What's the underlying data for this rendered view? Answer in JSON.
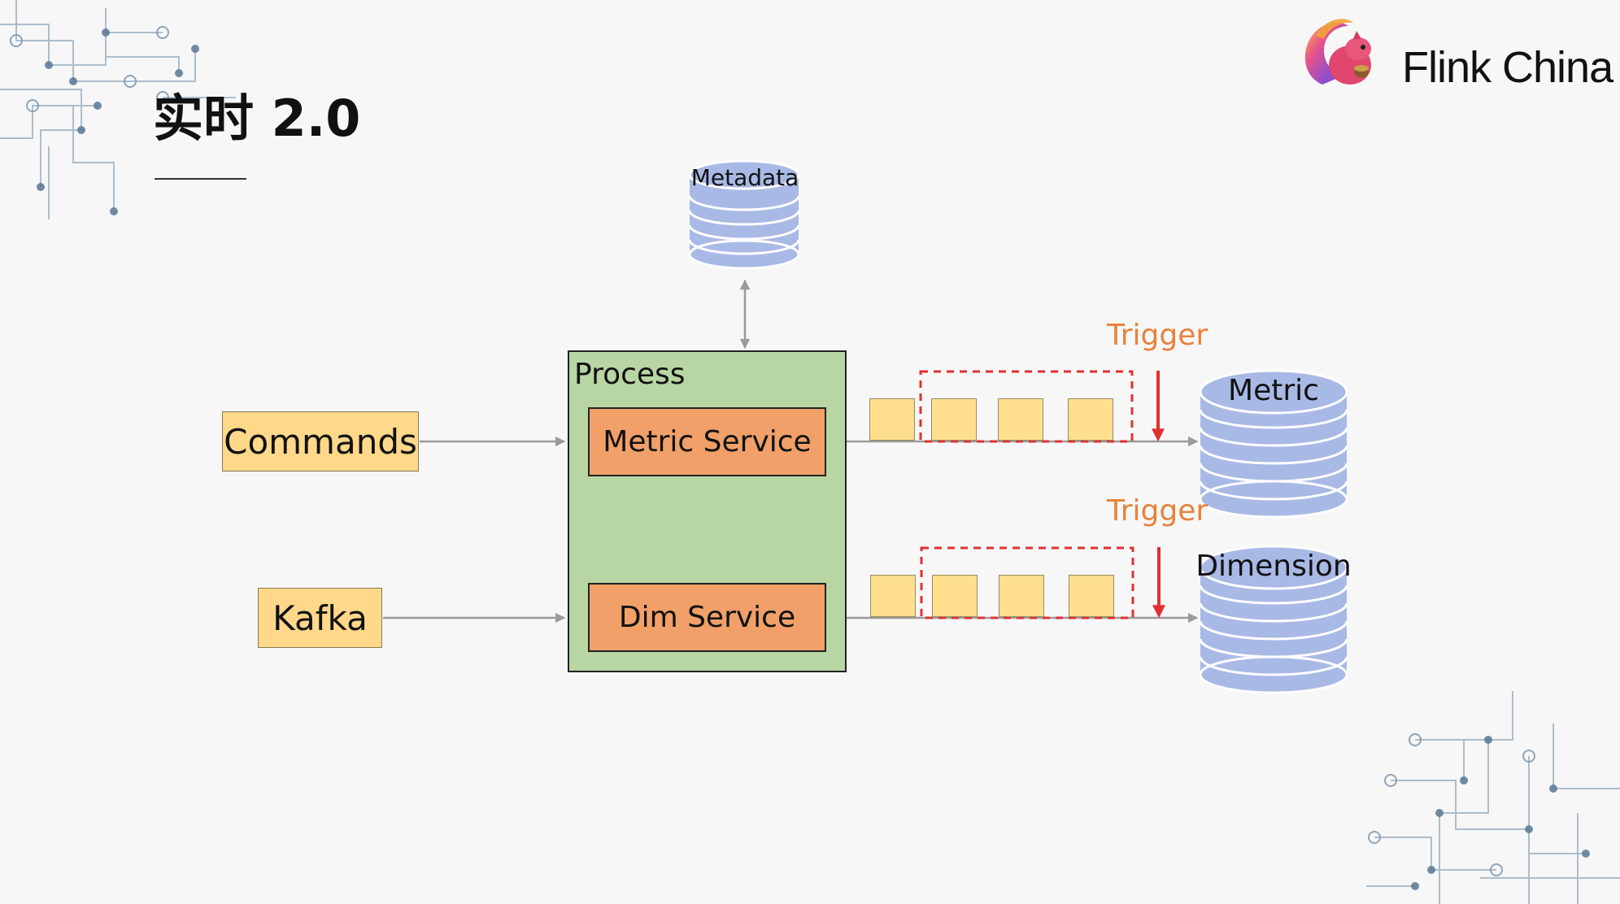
{
  "header": {
    "title": "实时 2.0",
    "brand_name": "Flink China"
  },
  "diagram": {
    "inputs": {
      "commands": "Commands",
      "kafka": "Kafka"
    },
    "process": {
      "label": "Process",
      "metric_service": "Metric Service",
      "dim_service": "Dim Service"
    },
    "databases": {
      "metadata": "Metadata",
      "metric": "Metric",
      "dimension": "Dimension"
    },
    "triggers": {
      "top": "Trigger",
      "bottom": "Trigger"
    }
  },
  "colors": {
    "input_box": "#ffd88a",
    "process_box": "#b8d6a4",
    "service_box": "#f0a068",
    "queue_item": "#ffdf8e",
    "database": "#a8b9e6",
    "trigger_text": "#e8823c",
    "trigger_arrow": "#e23030",
    "connector": "#9a9a9a"
  },
  "icons": {
    "logo": "flink-squirrel-logo",
    "database": "database-cylinder-icon"
  }
}
